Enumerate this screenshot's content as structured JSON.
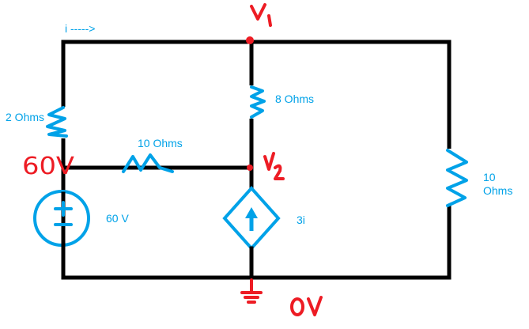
{
  "labels": {
    "current": "i ----->",
    "r_left": "2 Ohms",
    "r_middle": "8 Ohms",
    "r_horizontal": "10 Ohms",
    "r_right_1": "10",
    "r_right_2": "Ohms",
    "source": "60 V",
    "dependent_source": "3i"
  },
  "handwritten": {
    "node1": "V1",
    "node2": "V2",
    "node_left": "60V",
    "ground": "0V"
  },
  "colors": {
    "wire": "#000000",
    "component": "#00a2e8",
    "annotation": "#ed1c24"
  }
}
